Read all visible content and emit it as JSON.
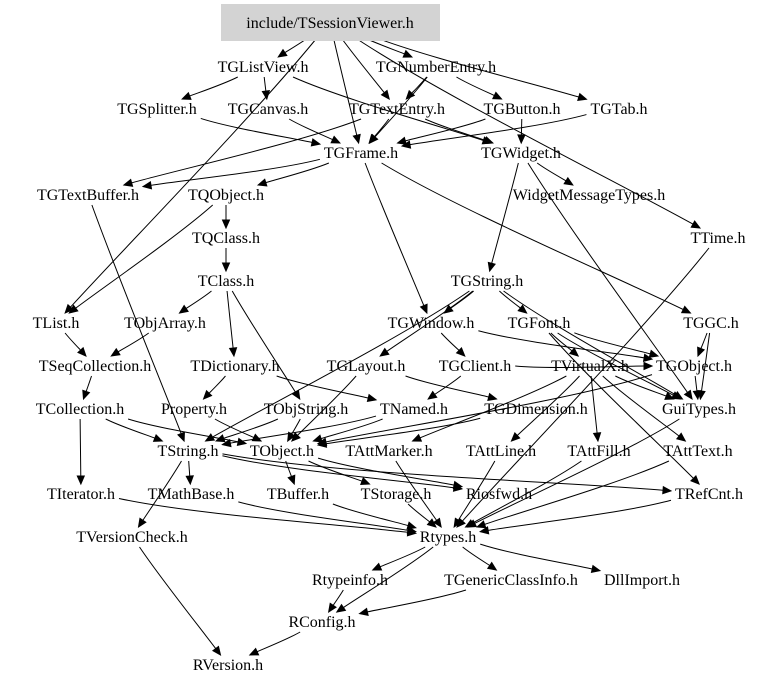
{
  "graph": {
    "title": "include/TSessionViewer.h",
    "root": "include/TSessionViewer.h",
    "nodes": [
      {
        "id": "root",
        "label": "include/TSessionViewer.h",
        "highlighted": true
      },
      {
        "id": "TGListView",
        "label": "TGListView.h"
      },
      {
        "id": "TGNumberEntry",
        "label": "TGNumberEntry.h"
      },
      {
        "id": "TGSplitter",
        "label": "TGSplitter.h"
      },
      {
        "id": "TGCanvas",
        "label": "TGCanvas.h"
      },
      {
        "id": "TGTextEntry",
        "label": "TGTextEntry.h"
      },
      {
        "id": "TGButton",
        "label": "TGButton.h"
      },
      {
        "id": "TGTab",
        "label": "TGTab.h"
      },
      {
        "id": "TGFrame",
        "label": "TGFrame.h"
      },
      {
        "id": "TGWidget",
        "label": "TGWidget.h"
      },
      {
        "id": "TGTextBuffer",
        "label": "TGTextBuffer.h"
      },
      {
        "id": "TQObject",
        "label": "TQObject.h"
      },
      {
        "id": "WidgetMessageTypes",
        "label": "WidgetMessageTypes.h"
      },
      {
        "id": "TQClass",
        "label": "TQClass.h"
      },
      {
        "id": "TTime",
        "label": "TTime.h"
      },
      {
        "id": "TClass",
        "label": "TClass.h"
      },
      {
        "id": "TGString",
        "label": "TGString.h"
      },
      {
        "id": "TList",
        "label": "TList.h"
      },
      {
        "id": "TObjArray",
        "label": "TObjArray.h"
      },
      {
        "id": "TGWindow",
        "label": "TGWindow.h"
      },
      {
        "id": "TGFont",
        "label": "TGFont.h"
      },
      {
        "id": "TGGC",
        "label": "TGGC.h"
      },
      {
        "id": "TSeqCollection",
        "label": "TSeqCollection.h"
      },
      {
        "id": "TDictionary",
        "label": "TDictionary.h"
      },
      {
        "id": "TGLayout",
        "label": "TGLayout.h"
      },
      {
        "id": "TGClient",
        "label": "TGClient.h"
      },
      {
        "id": "TVirtualX",
        "label": "TVirtualX.h"
      },
      {
        "id": "TGObject",
        "label": "TGObject.h"
      },
      {
        "id": "TCollection",
        "label": "TCollection.h"
      },
      {
        "id": "Property",
        "label": "Property.h"
      },
      {
        "id": "TObjString",
        "label": "TObjString.h"
      },
      {
        "id": "TNamed",
        "label": "TNamed.h"
      },
      {
        "id": "TGDimension",
        "label": "TGDimension.h"
      },
      {
        "id": "GuiTypes",
        "label": "GuiTypes.h"
      },
      {
        "id": "TString",
        "label": "TString.h"
      },
      {
        "id": "TObject",
        "label": "TObject.h"
      },
      {
        "id": "TAttMarker",
        "label": "TAttMarker.h"
      },
      {
        "id": "TAttLine",
        "label": "TAttLine.h"
      },
      {
        "id": "TAttFill",
        "label": "TAttFill.h"
      },
      {
        "id": "TAttText",
        "label": "TAttText.h"
      },
      {
        "id": "TIterator",
        "label": "TIterator.h"
      },
      {
        "id": "TMathBase",
        "label": "TMathBase.h"
      },
      {
        "id": "TBuffer",
        "label": "TBuffer.h"
      },
      {
        "id": "TStorage",
        "label": "TStorage.h"
      },
      {
        "id": "Riosfwd",
        "label": "Riosfwd.h"
      },
      {
        "id": "TRefCnt",
        "label": "TRefCnt.h"
      },
      {
        "id": "TVersionCheck",
        "label": "TVersionCheck.h"
      },
      {
        "id": "Rtypes",
        "label": "Rtypes.h"
      },
      {
        "id": "Rtypeinfo",
        "label": "Rtypeinfo.h"
      },
      {
        "id": "TGenericClassInfo",
        "label": "TGenericClassInfo.h"
      },
      {
        "id": "DllImport",
        "label": "DllImport.h"
      },
      {
        "id": "RConfig",
        "label": "RConfig.h"
      },
      {
        "id": "RVersion",
        "label": "RVersion.h"
      }
    ],
    "edges": [
      [
        "root",
        "TGListView"
      ],
      [
        "root",
        "TGNumberEntry"
      ],
      [
        "root",
        "TGTextEntry"
      ],
      [
        "root",
        "TGTab"
      ],
      [
        "root",
        "TTime"
      ],
      [
        "root",
        "TList"
      ],
      [
        "root",
        "TGFrame"
      ],
      [
        "TGListView",
        "TGSplitter"
      ],
      [
        "TGListView",
        "TGCanvas"
      ],
      [
        "TGListView",
        "TGWidget"
      ],
      [
        "TGNumberEntry",
        "TGTextEntry"
      ],
      [
        "TGNumberEntry",
        "TGButton"
      ],
      [
        "TGNumberEntry",
        "TGFrame"
      ],
      [
        "TGSplitter",
        "TGFrame"
      ],
      [
        "TGCanvas",
        "TGFrame"
      ],
      [
        "TGTextEntry",
        "TGFrame"
      ],
      [
        "TGTextEntry",
        "TGWidget"
      ],
      [
        "TGTextEntry",
        "TGTextBuffer"
      ],
      [
        "TGButton",
        "TGFrame"
      ],
      [
        "TGButton",
        "TGWidget"
      ],
      [
        "TGTab",
        "TGFrame"
      ],
      [
        "TGFrame",
        "TGTextBuffer"
      ],
      [
        "TGFrame",
        "TQObject"
      ],
      [
        "TGFrame",
        "TGGC"
      ],
      [
        "TGFrame",
        "TGWindow"
      ],
      [
        "TGWidget",
        "WidgetMessageTypes"
      ],
      [
        "TGWidget",
        "TGString"
      ],
      [
        "TGWidget",
        "GuiTypes"
      ],
      [
        "TGTextBuffer",
        "TString"
      ],
      [
        "TQObject",
        "TQClass"
      ],
      [
        "TQObject",
        "TList"
      ],
      [
        "TQClass",
        "TClass"
      ],
      [
        "TClass",
        "TObjArray"
      ],
      [
        "TClass",
        "TDictionary"
      ],
      [
        "TClass",
        "TObjString"
      ],
      [
        "TGString",
        "TGWindow"
      ],
      [
        "TGString",
        "TGFont"
      ],
      [
        "TGString",
        "TGLayout"
      ],
      [
        "TGString",
        "TString"
      ],
      [
        "TGString",
        "GuiTypes"
      ],
      [
        "TList",
        "TSeqCollection"
      ],
      [
        "TObjArray",
        "TSeqCollection"
      ],
      [
        "TGWindow",
        "TGClient"
      ],
      [
        "TGWindow",
        "TGObject"
      ],
      [
        "TGFont",
        "TGObject"
      ],
      [
        "TGFont",
        "TVirtualX"
      ],
      [
        "TGFont",
        "GuiTypes"
      ],
      [
        "TGFont",
        "TRefCnt"
      ],
      [
        "TGGC",
        "TGObject"
      ],
      [
        "TGGC",
        "GuiTypes"
      ],
      [
        "TSeqCollection",
        "TCollection"
      ],
      [
        "TDictionary",
        "Property"
      ],
      [
        "TDictionary",
        "TNamed"
      ],
      [
        "TGLayout",
        "TGDimension"
      ],
      [
        "TGLayout",
        "TObject"
      ],
      [
        "TGClient",
        "TGObject"
      ],
      [
        "TGClient",
        "TNamed"
      ],
      [
        "TVirtualX",
        "GuiTypes"
      ],
      [
        "TVirtualX",
        "TAttLine"
      ],
      [
        "TVirtualX",
        "TAttFill"
      ],
      [
        "TVirtualX",
        "TAttText"
      ],
      [
        "TVirtualX",
        "TAttMarker"
      ],
      [
        "TGObject",
        "GuiTypes"
      ],
      [
        "TGObject",
        "TObject"
      ],
      [
        "TCollection",
        "TIterator"
      ],
      [
        "TCollection",
        "TObject"
      ],
      [
        "TCollection",
        "TString"
      ],
      [
        "Property",
        "TObject"
      ],
      [
        "TObjString",
        "TObject"
      ],
      [
        "TObjString",
        "TString"
      ],
      [
        "TNamed",
        "TObject"
      ],
      [
        "TNamed",
        "TString"
      ],
      [
        "TGDimension",
        "TObject"
      ],
      [
        "GuiTypes",
        "Rtypes"
      ],
      [
        "TString",
        "TMathBase"
      ],
      [
        "TString",
        "TRefCnt"
      ],
      [
        "TString",
        "Riosfwd"
      ],
      [
        "TString",
        "TVersionCheck"
      ],
      [
        "TObject",
        "TBuffer"
      ],
      [
        "TObject",
        "TStorage"
      ],
      [
        "TObject",
        "Riosfwd"
      ],
      [
        "TAttMarker",
        "Rtypes"
      ],
      [
        "TAttLine",
        "Rtypes"
      ],
      [
        "TAttFill",
        "Rtypes"
      ],
      [
        "TAttText",
        "Rtypes"
      ],
      [
        "TIterator",
        "Rtypes"
      ],
      [
        "TMathBase",
        "Rtypes"
      ],
      [
        "TBuffer",
        "Rtypes"
      ],
      [
        "TStorage",
        "Rtypes"
      ],
      [
        "TRefCnt",
        "Rtypes"
      ],
      [
        "TTime",
        "Rtypes"
      ],
      [
        "TVersionCheck",
        "RVersion"
      ],
      [
        "Rtypes",
        "Rtypeinfo"
      ],
      [
        "Rtypes",
        "TGenericClassInfo"
      ],
      [
        "Rtypes",
        "DllImport"
      ],
      [
        "Rtypes",
        "RConfig"
      ],
      [
        "Rtypeinfo",
        "RConfig"
      ],
      [
        "TGenericClassInfo",
        "RConfig"
      ],
      [
        "RConfig",
        "RVersion"
      ]
    ]
  }
}
